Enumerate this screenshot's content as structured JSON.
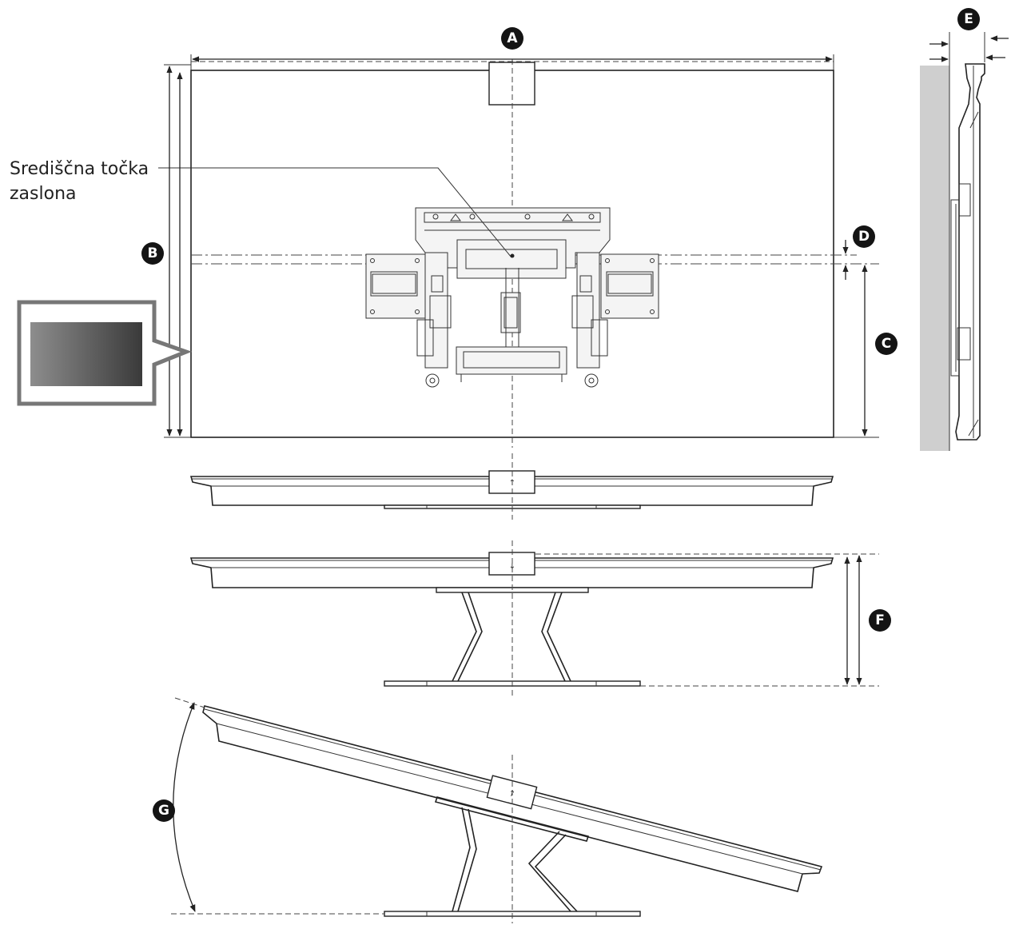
{
  "caption": {
    "line1": "Središčna točka",
    "line2": "zaslona"
  },
  "labels": {
    "a": "A",
    "b": "B",
    "c": "C",
    "d": "D",
    "e": "E",
    "f": "F",
    "g": "G"
  }
}
